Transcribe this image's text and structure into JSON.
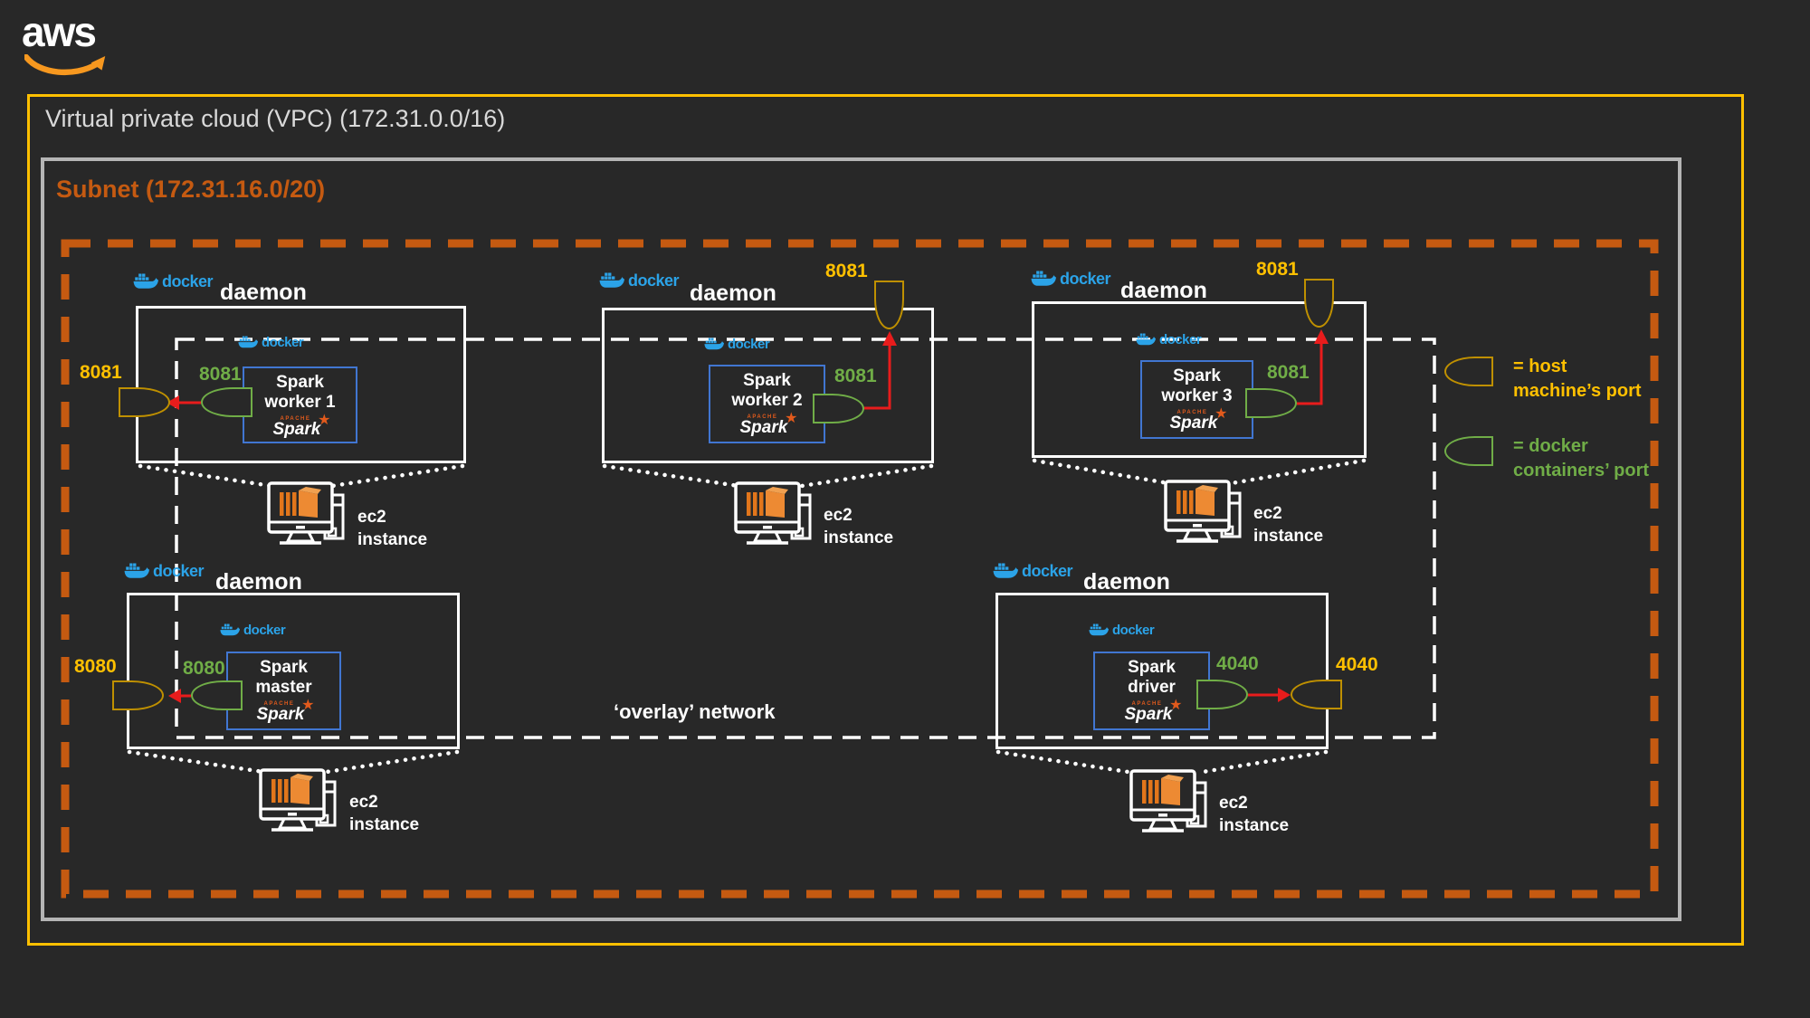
{
  "logo": {
    "text": "aws"
  },
  "vpc": {
    "label": "Virtual private cloud (VPC) (172.31.0.0/16)"
  },
  "subnet": {
    "label": "Subnet (172.31.16.0/20)"
  },
  "overlay": {
    "label": "‘overlay’ network"
  },
  "labels": {
    "docker": "docker",
    "daemon": "daemon",
    "ec2_line1": "ec2",
    "ec2_line2": "instance"
  },
  "spark_logo": {
    "apache": "APACHE",
    "name": "Spark",
    "star": "★"
  },
  "legend": {
    "host": "= host machine’s port",
    "container": "= docker containers’ port"
  },
  "nodes": [
    {
      "id": "spark-worker-1",
      "line1": "Spark",
      "line2": "worker 1",
      "container_port": "8081",
      "host_port": "8081"
    },
    {
      "id": "spark-worker-2",
      "line1": "Spark",
      "line2": "worker 2",
      "container_port": "8081",
      "host_port": "8081"
    },
    {
      "id": "spark-worker-3",
      "line1": "Spark",
      "line2": "worker 3",
      "container_port": "8081",
      "host_port": "8081"
    },
    {
      "id": "spark-master",
      "line1": "Spark",
      "line2": "master",
      "container_port": "8080",
      "host_port": "8080"
    },
    {
      "id": "spark-driver",
      "line1": "Spark",
      "line2": "driver",
      "container_port": "4040",
      "host_port": "4040"
    }
  ],
  "colors": {
    "background": "#282828",
    "vpc_border": "#ffc000",
    "subnet_border": "#b5b5b5",
    "subnet_label": "#c55a11",
    "orange_dash": "#c55a11",
    "docker_blue": "#2ba3e8",
    "container_blue": "#4176d1",
    "green_port": "#70ad47",
    "yellow_port_stroke": "#bf9000",
    "yellow_label": "#ffc000",
    "red_arrow": "#e81c1c",
    "ec2_orange": "#ed8a33",
    "spark_orange": "#e25a1c",
    "white": "#ffffff"
  }
}
